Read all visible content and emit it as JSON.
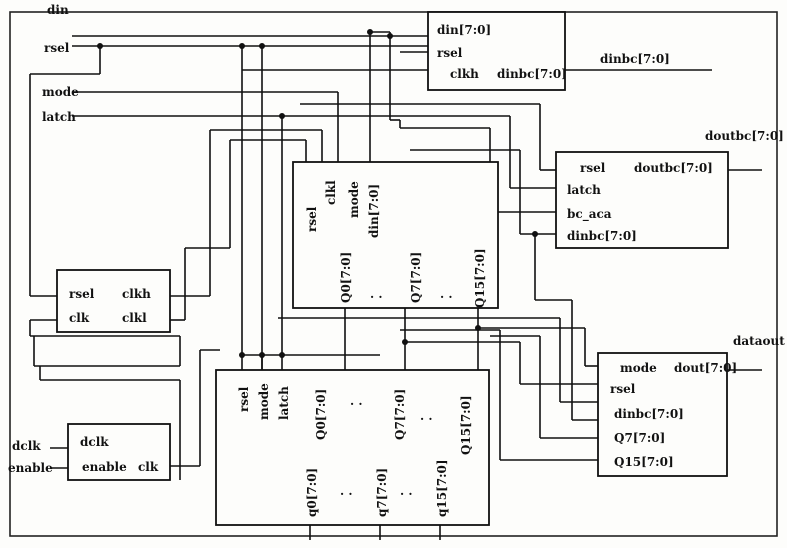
{
  "inputs": {
    "din": "din",
    "rsel": "rsel",
    "mode": "mode",
    "latch": "latch",
    "dclk": "dclk",
    "enable": "enable"
  },
  "outputs": {
    "dinbc": "dinbc[7:0]",
    "doutbc": "doutbc[7:0]",
    "dataout": "dataout"
  },
  "block_a": {
    "din": "din[7:0]",
    "rsel": "rsel",
    "clkh": "clkh",
    "dinbc": "dinbc[7:0]"
  },
  "block_b": {
    "rsel": "rsel",
    "doutbc": "doutbc[7:0]",
    "latch": "latch",
    "bc_aca": "bc_aca",
    "dinbc": "dinbc[7:0]"
  },
  "block_c": {
    "rsel": "rsel",
    "clkl": "clkl",
    "mode": "mode",
    "din": "din[7:0]",
    "q0": "Q0[7:0]",
    "q7": "Q7[7:0]",
    "q15": "Q15[7:0]",
    "dots": ". ."
  },
  "block_d": {
    "rsel": "rsel",
    "clkh": "clkh",
    "clk": "clk",
    "clkl": "clkl"
  },
  "block_e": {
    "dclk": "dclk",
    "enable": "enable",
    "clk": "clk"
  },
  "block_f": {
    "rsel": "rsel",
    "mode": "mode",
    "latch": "latch",
    "q0": "Q0[7:0]",
    "q7": "Q7[7:0]",
    "q15": "Q15[7:0]",
    "lq0": "q0[7:0]",
    "lq7": "q7[7:0]",
    "lq15": "q15[7:0]",
    "dots": ". ."
  },
  "block_g": {
    "mode": "mode",
    "dout": "dout[7:0]",
    "rsel": "rsel",
    "dinbc": "dinbc[7:0]",
    "q7": "Q7[7:0]",
    "q15": "Q15[7:0]"
  }
}
